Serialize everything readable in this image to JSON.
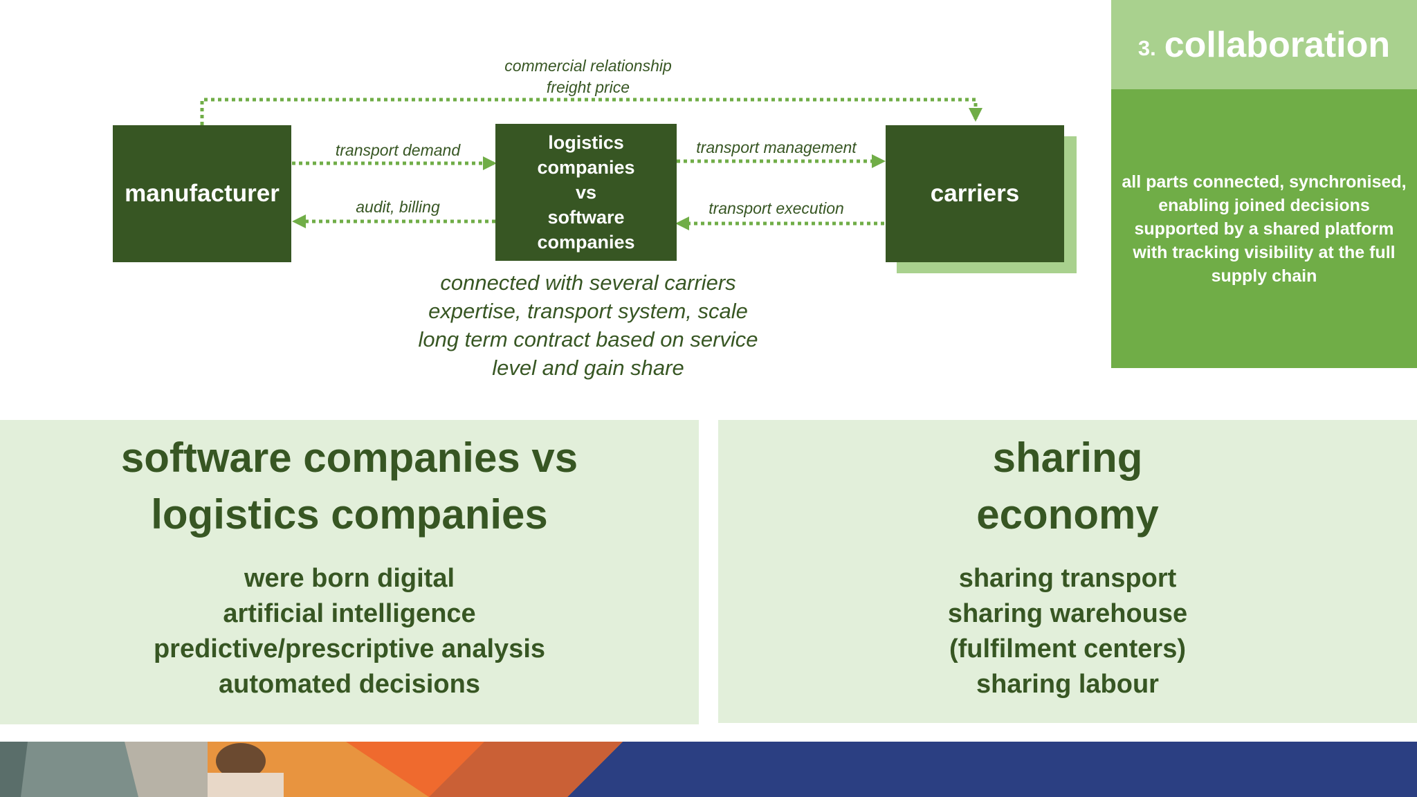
{
  "diagram": {
    "nodes": {
      "manufacturer": "manufacturer",
      "center": "logistics\ncompanies\nvs\nsoftware\ncompanies",
      "carriers": "carriers"
    },
    "edges": {
      "top_line1": "commercial relationship",
      "top_line2": "freight price",
      "transport_demand": "transport demand",
      "audit_billing": "audit, billing",
      "transport_management": "transport management",
      "transport_execution": "transport execution"
    },
    "below": [
      "connected with several carriers",
      "expertise, transport system, scale",
      "long term contract based on service",
      "level and gain share"
    ],
    "colors": {
      "dark_green": "#375623",
      "mid_green": "#70ad47",
      "light_green": "#a9d18e",
      "pale_green": "#e2efda"
    }
  },
  "collaboration": {
    "number": "3.",
    "title": "collaboration",
    "body": "all parts connected, synchronised, enabling joined decisions supported by a shared platform with tracking visibility at the full supply chain"
  },
  "panels": {
    "left": {
      "title_line1": "software companies vs",
      "title_line2": "logistics companies",
      "items": [
        "were born digital",
        "artificial intelligence",
        "predictive/prescriptive analysis",
        "automated decisions"
      ]
    },
    "right": {
      "title_line1": "sharing",
      "title_line2": "economy",
      "items": [
        "sharing transport",
        "sharing warehouse",
        "(fulfilment centers)",
        "sharing labour"
      ]
    }
  }
}
